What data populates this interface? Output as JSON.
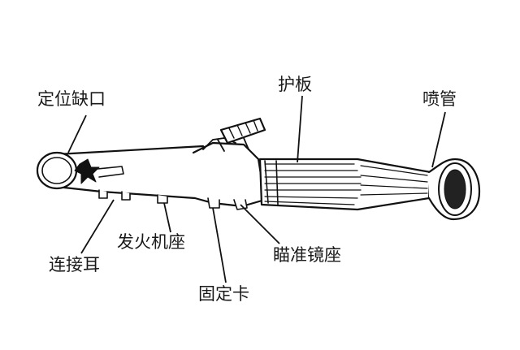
{
  "diagram": {
    "labels": {
      "positioning_notch": "定位缺口",
      "guard_plate": "护板",
      "nozzle": "喷管",
      "connecting_lug": "连接耳",
      "firing_mechanism_seat": "发火机座",
      "fixing_clamp": "固定卡",
      "sight_mount": "瞄准镜座"
    }
  }
}
